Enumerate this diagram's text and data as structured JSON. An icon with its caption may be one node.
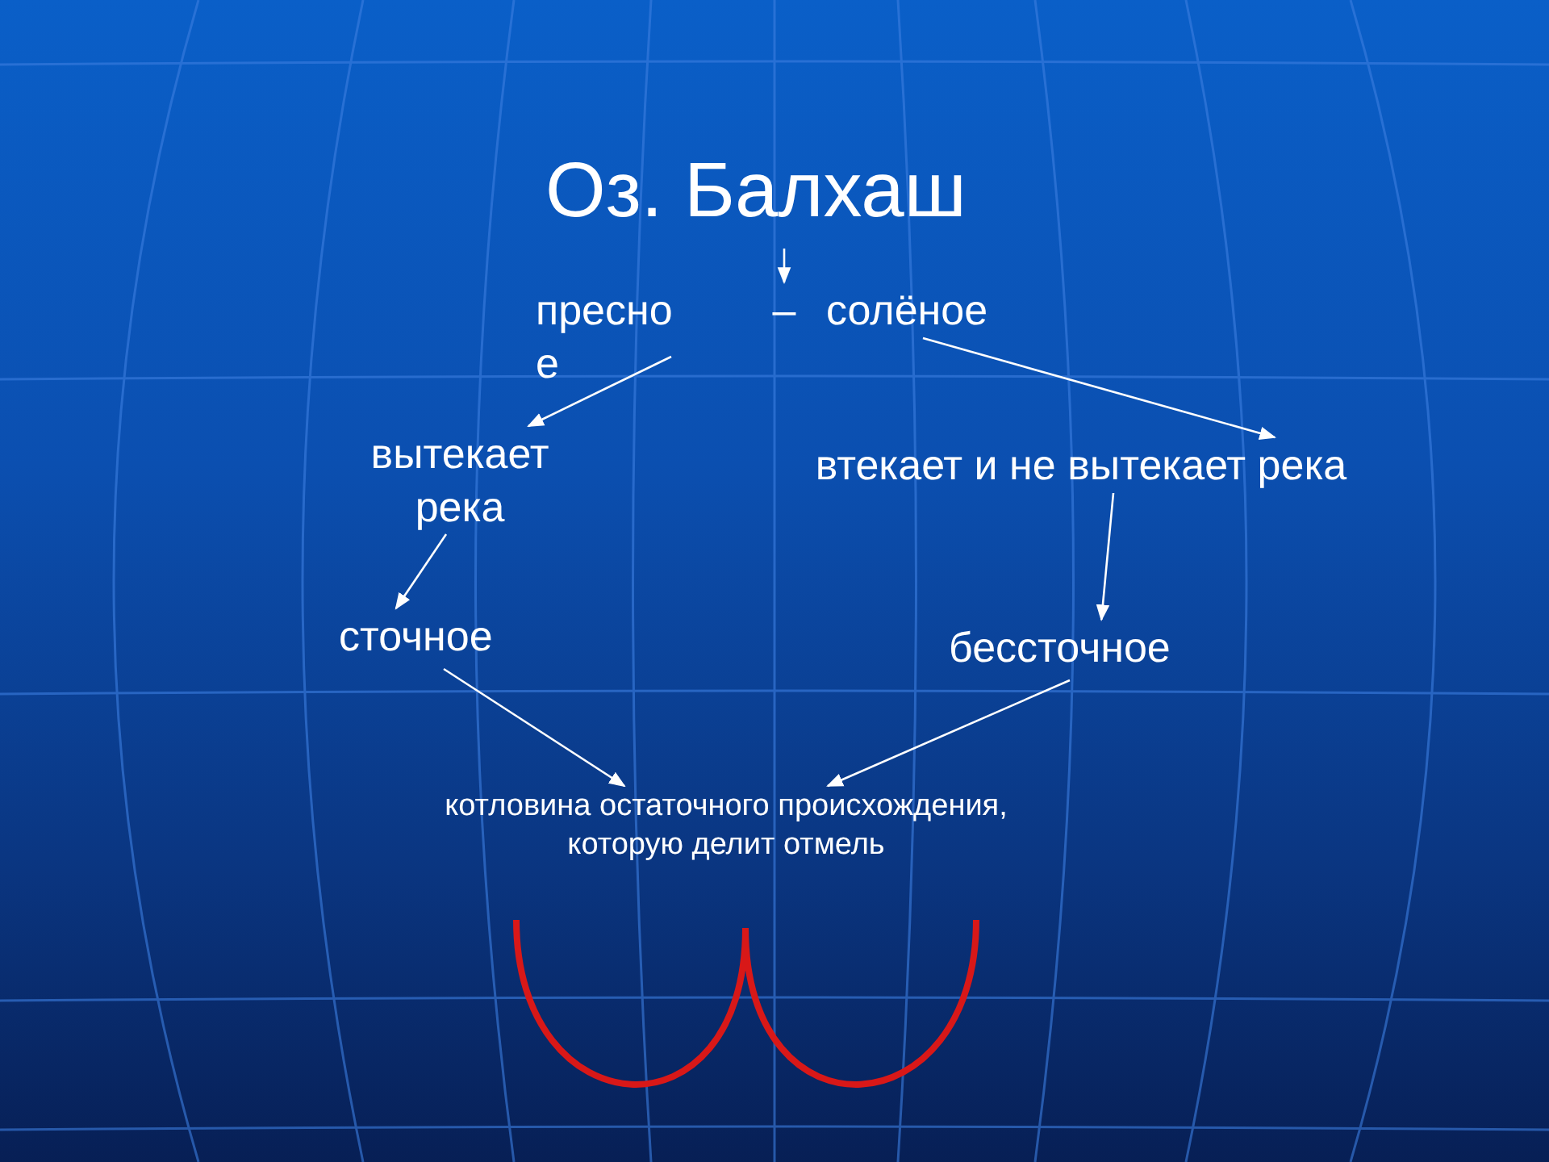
{
  "diagram": {
    "title": "Оз. Балхаш",
    "nodes": [
      {
        "text": [
          "пресное"
        ]
      },
      {
        "text": [
          "–"
        ]
      },
      {
        "text": [
          "солёное"
        ]
      },
      {
        "text": [
          "вытекает река"
        ]
      },
      {
        "text": [
          "втекает и не вытекает река"
        ]
      },
      {
        "text": [
          "сточное"
        ]
      },
      {
        "text": [
          "бессточное"
        ]
      },
      {
        "text": [
          "котловина остаточного происхождения, которую делит отмель"
        ]
      }
    ],
    "edges": [
      {
        "from": null,
        "to": 1,
        "arrow": "to"
      },
      {
        "from": 0,
        "to": 3,
        "arrow": "to"
      },
      {
        "from": 2,
        "to": 4,
        "arrow": "to"
      },
      {
        "from": 3,
        "to": 5,
        "arrow": "to"
      },
      {
        "from": 4,
        "to": 6,
        "arrow": "to"
      },
      {
        "from": 5,
        "to": 7,
        "arrow": "to"
      },
      {
        "from": 6,
        "to": 7,
        "arrow": "to"
      }
    ]
  }
}
